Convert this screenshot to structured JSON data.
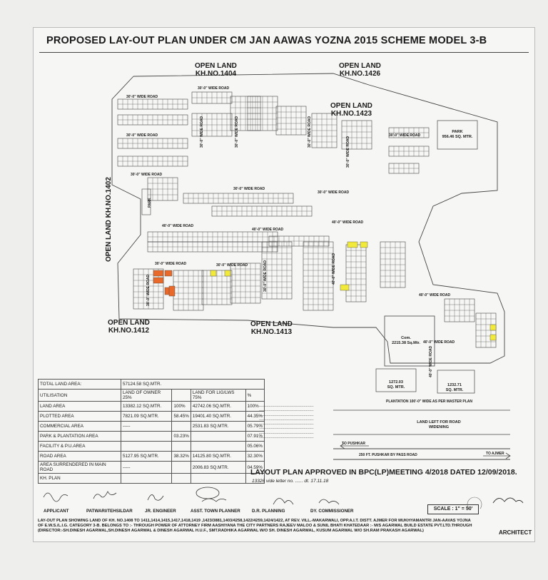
{
  "title": "PROPOSED LAY-OUT  PLAN UNDER CM JAN AAWAS YOZNA 2015 SCHEME MODEL 3-B",
  "open_land_labels": [
    {
      "id": "kh1404",
      "line1": "OPEN LAND",
      "line2": "KH.NO.1404"
    },
    {
      "id": "kh1426",
      "line1": "OPEN LAND",
      "line2": "KH.NO.1426"
    },
    {
      "id": "kh1423",
      "line1": "OPEN LAND",
      "line2": "KH.NO.1423"
    },
    {
      "id": "kh1402",
      "line1": "OPEN LAND",
      "line2": "KH.NO.1402"
    },
    {
      "id": "kh1412",
      "line1": "OPEN LAND",
      "line2": "KH.NO.1412"
    },
    {
      "id": "kh1413",
      "line1": "OPEN LAND",
      "line2": "KH.NO.1413"
    }
  ],
  "roads": {
    "r30": "30'-0\" WIDE ROAD",
    "r40": "40'-0\" WIDE ROAD",
    "r40b": "40'-0\" WIDE ROAD",
    "r100": "PLANTATION 100'-0\" WIDE AS PER MASTER PLAN",
    "r250": "250 FT. PUSHKAR BY PASS ROAD",
    "to_pushkar": "TO PUSHKAR",
    "to_ajmer": "TO AJMER",
    "land_left": "LAND LEFT FOR ROAD WIDENING"
  },
  "park": {
    "label": "PARK",
    "area": "956.46 SQ. MTR."
  },
  "park_small": "PARK",
  "com_block": {
    "label": "Com.",
    "area": "2215.38 Sq.Mtr."
  },
  "block1": {
    "value": "1272.03",
    "unit": "SQ. MTR."
  },
  "block2": {
    "value": "1232.71",
    "unit": "SQ. MTR."
  },
  "table": {
    "total_label": "TOTAL LAND AREA:",
    "total_value": "57124.58 SQ.MTR.",
    "header": [
      "UTILISATION",
      "LAND OF OWNER 25%",
      "",
      "LAND FOR LIG/LWS 75%",
      "%"
    ],
    "rows": [
      [
        "LAND AREA",
        "13382.12 SQ.MTR.",
        "100%",
        "42742.06 SQ.MTR.",
        "100%"
      ],
      [
        "PLOTTED AREA",
        "7821.09 SQ.MTR.",
        "58.45%",
        "19401.40 SQ.MTR.",
        "44.35%"
      ],
      [
        "COMMERCIAL AREA",
        "-----",
        "",
        "2531.83 SQ.MTR.",
        "05.79%"
      ],
      [
        "PARK & PLANTATION AREA",
        "",
        "03.23%",
        "",
        "07.91%"
      ],
      [
        "FACILITY & P.U.AREA",
        "",
        "",
        "",
        "05.06%"
      ],
      [
        "ROAD AREA",
        "5127.95 SQ.MTR.",
        "38.32%",
        "14125.80 SQ.MTR.",
        "32.30%"
      ],
      [
        "AREA SURRENDERED IN MAIN ROAD",
        "-----",
        "",
        "2006.83 SQ.MTR.",
        "04.59%"
      ],
      [
        "KH. PLAN",
        "",
        "",
        "",
        ""
      ]
    ]
  },
  "approved": "LAYOUT PLAN APPROVED IN BPC(LP)MEETING 4/2018  DATED 12/09/2018.",
  "approved_note": "13326 vide letter no. ...... dt. 17.11.18",
  "signatories": [
    "APPLICANT",
    "PATWARI/TEHSILDAR",
    "JR. ENGINEER",
    "ASST. TOWN PLANNER",
    "D.R. PLANNING",
    "DY. COMMISSIONER"
  ],
  "scale": "SCALE : 1\" = 50'",
  "footer": "LAY-OUT PLAN SHOWING LAND OF KH. NO.1408 TO 1411,1414,1415,1417,1418,1419 ,1423/3881,1403/4258,1422/4259,1424/1422, AT REV. VILL.-MAKARWALI, OPP.A.I.T. DISTT. AJMER FOR MUKHYAMANTRI JAN-AAVAS YOJNA OF E.W.S./L.I.G. CATEGORY 3-B. BELONGS TO :- THROUGH POWER OF ATTORNEY FIRM AASHIYANA THE CITY PARTNERS RAJEEV MALOO & SUNIL BHATI KHATEDAAR :- M/S AGARWAL BUILD ESTATE PVT.LTD.THROUGH (DIRECTOR:-SH.DINESH AGARWAL,SH.DINESH AGARWAL & DINESH AGARWAL H.U.F., SMT.RADHIKA AGARWAL W/O SH. DINESH AGARWAL, KUSUM AGARWAL W/O SH.RAM PRAKASH AGARWAL)",
  "architect": "ARCHITECT",
  "colors": {
    "highlight_yellow": "#f2ea3a",
    "highlight_orange": "#e8692a",
    "line": "#444444"
  }
}
